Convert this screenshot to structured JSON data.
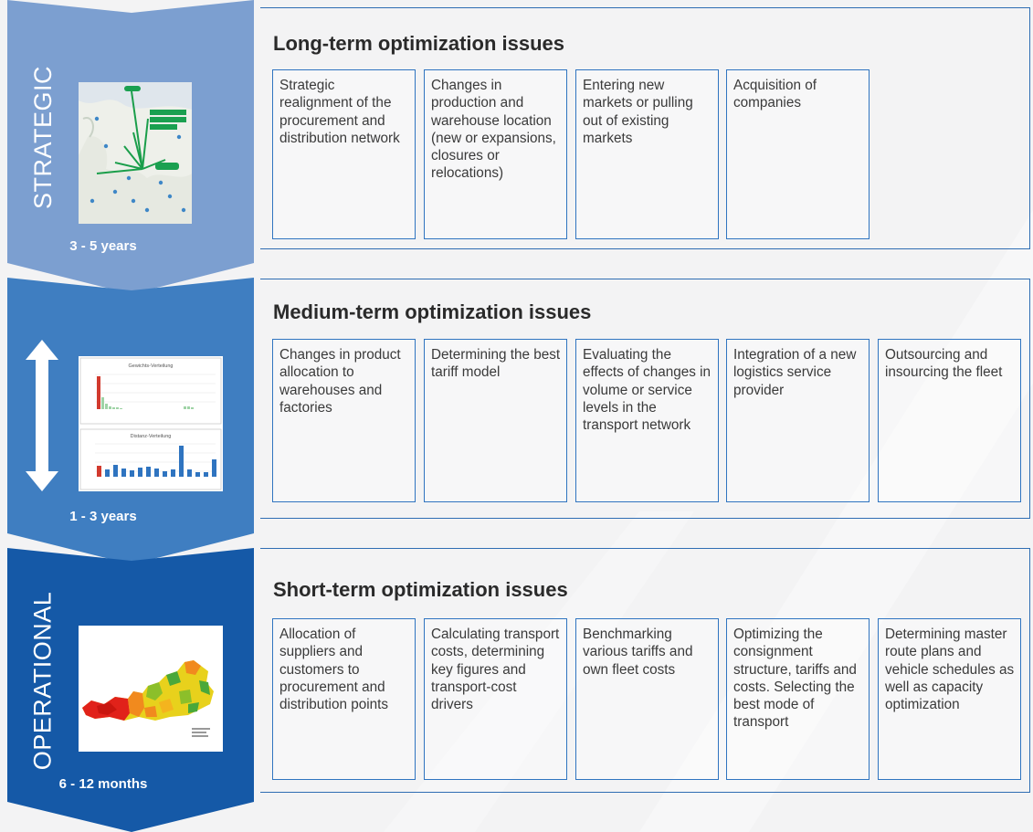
{
  "colors": {
    "strategic": "#7c9fd0",
    "tactical": "#3f7ec1",
    "operational": "#1559a7",
    "border": "#2f6db3",
    "background": "#f3f3f4"
  },
  "strategic": {
    "label": "STRATEGIC",
    "period": "3 - 5 years",
    "title": "Long-term optimization issues",
    "issues": [
      "Strategic realignment of the procurement and distribution network",
      "Changes in production and warehouse location (new or expansions, closures or relocations)",
      "Entering new markets or pulling out of existing markets",
      "Acquisition of companies"
    ]
  },
  "tactical": {
    "label": "",
    "icon": "double-arrow-icon",
    "period": "1 - 3 years",
    "title": "Medium-term optimization issues",
    "chart_titles": [
      "Gewichts-Verteilung",
      "Distanz-Verteilung"
    ],
    "issues": [
      "Changes in product allocation to warehouses and factories",
      "Determining the best tariff model",
      "Evaluating the effects of changes in volume or service levels in the transport network",
      "Integration of a new logistics service provider",
      "Outsourcing and insourcing the fleet"
    ]
  },
  "operational": {
    "label": "OPERATIONAL",
    "period": "6 - 12 months",
    "title": "Short-term optimization issues",
    "issues": [
      "Allocation of suppliers and customers to procurement and distribution points",
      "Calculating transport costs, determining key figures and transport-cost drivers",
      "Benchmarking various tariffs and own fleet costs",
      "Optimizing the consignment structure, tariffs and costs. Selecting the best mode of transport",
      "Determining master route plans and vehicle schedules as well as capacity optimization"
    ]
  }
}
